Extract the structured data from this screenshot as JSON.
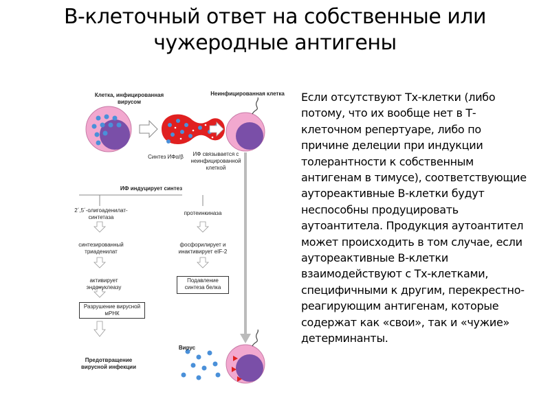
{
  "title": {
    "line1": "В-клеточный ответ на собственные или",
    "line2": "чужеродные антигены"
  },
  "diagram": {
    "infected_cell_label": "Клетка, инфицированная вирусом",
    "uninfected_cell_label": "Неинфицированная клетка",
    "synthesis_label": "Синтез ИФα/β",
    "if_binds_label": "ИФ связывается с неинфицированной клеткой",
    "if_induces_label": "ИФ индуцирует синтез",
    "oligoadenylate_label": "2´,5´-олигоаденилат-синтетаза",
    "protein_kinase_label": "протеинкиназа",
    "triadenylate_label": "синтезированный триаденилат",
    "phosphorylates_label": "фосфорилирует и инактивирует eIF-2",
    "activates_label": "активирует эндонуклеазу",
    "suppression_label": "Подавление синтеза белка",
    "destruction_label": "Разрушение вирусной мРНК",
    "virus_label": "Вирус",
    "prevention_label": "Предотвращение вирусной инфекции"
  },
  "body_text": "Если отсутствуют Тх-клетки (либо потому, что их вообще нет в Т-клеточном репертуаре, либо по причине делеции при индукции толерантности к собственным антигенам в тимусе), соответствующие аутореактивные В-клетки будут неспособны продуцировать аутоантитела. Продукция аутоантител может происходить в том случае, если аутореактивные В-клетки взаимодействуют с Тх-клетками, специфичными к другим, перекрестно-реагирующим антигенам, которые содержат как «свои», так и «чужие» детерминанты.",
  "colors": {
    "cell_outer": "#f2a8cf",
    "nucleus": "#7a4fa8",
    "virus": "#4a90d9",
    "interferon": "#e02020",
    "arrow": "#9a9a9a"
  }
}
